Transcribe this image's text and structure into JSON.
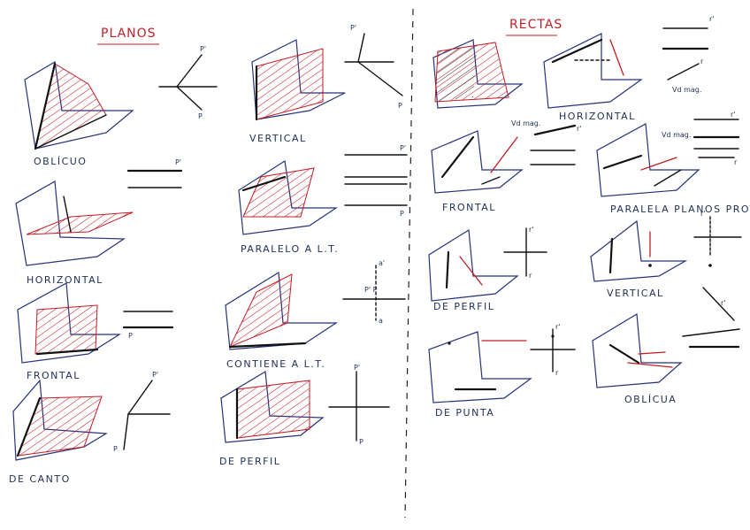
{
  "titles": {
    "planos": "PLANOS",
    "rectas": "RECTAS"
  },
  "planos": {
    "obliquo": "OBLÍCUO",
    "vertical": "VERTICAL",
    "horizontal": "HORIZONTAL",
    "paralelo_lt": "PARALELO A L.T.",
    "frontal": "FRONTAL",
    "contiene_lt": "CONTIENE A L.T.",
    "de_canto": "DE CANTO",
    "de_perfil": "DE PERFIL"
  },
  "rectas": {
    "horizontal": "HORIZONTAL",
    "frontal": "FRONTAL",
    "paralela_planos": "PARALELA PLANOS PROYECC.",
    "de_perfil": "DE PERFIL",
    "vertical": "VERTICAL",
    "de_punta": "DE PUNTA",
    "oblicua": "OBLÍCUA"
  },
  "marks": {
    "p_prime": "P'",
    "p": "P",
    "r_prime": "r'",
    "r": "r",
    "a_prime": "a'",
    "a": "a",
    "pp": "P' P",
    "vd_mag": "Vd mag."
  },
  "colors": {
    "ink": "#25327a",
    "hatch": "#c21c24",
    "line": "#111111"
  }
}
